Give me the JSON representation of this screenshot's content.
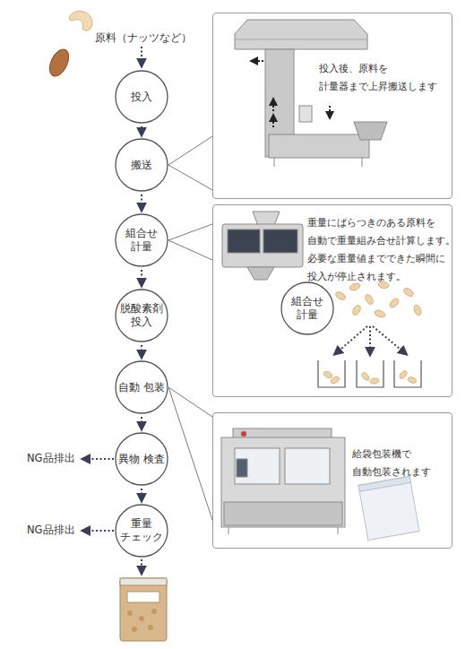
{
  "diagram": {
    "nodes": [
      {
        "text": [
          "投入"
        ]
      },
      {
        "text": [
          "搬送"
        ]
      },
      {
        "text": [
          "組合せ 計量"
        ]
      },
      {
        "text": [
          "脱酸素剤 投入"
        ]
      },
      {
        "text": [
          "自動 包装"
        ]
      },
      {
        "text": [
          "異物 検査"
        ]
      },
      {
        "text": [
          "重量 チェック"
        ]
      },
      {
        "text": [
          "投入後、原料を 計量器まで上昇搬送します"
        ]
      },
      {
        "text": [
          "重量にばらつきのある原料を 自動で重量組み合せ計算します。 必要な重量値までできた瞬間に 投入が停止されます。"
        ]
      },
      {
        "text": [
          "組合せ 計量"
        ],
        "in": 8
      },
      {
        "text": [
          "給袋包装機で 自動包装されます"
        ]
      }
    ],
    "edges": [
      {
        "from": 0,
        "to": 1,
        "arrow": "to"
      },
      {
        "from": 1,
        "to": 2,
        "arrow": "to"
      },
      {
        "from": 2,
        "to": 3,
        "arrow": "to"
      },
      {
        "from": 3,
        "to": 4,
        "arrow": "to"
      },
      {
        "from": 4,
        "to": 5,
        "arrow": "to"
      },
      {
        "from": 5,
        "to": 6,
        "arrow": "to"
      },
      {
        "from": 1,
        "to": 7,
        "arrow": "none"
      },
      {
        "from": 2,
        "to": 8,
        "arrow": "none"
      },
      {
        "from": 4,
        "to": 10,
        "arrow": "none"
      }
    ],
    "labels": [
      "原料（ナッツなど）",
      "NG品排出",
      "NG品排出"
    ]
  }
}
